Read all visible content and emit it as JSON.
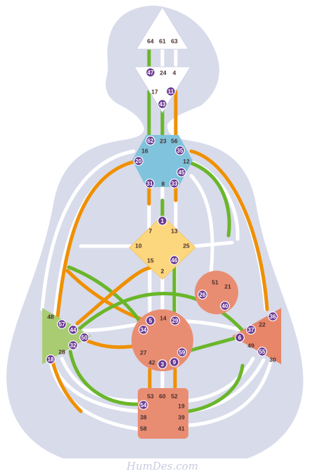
{
  "watermark": "HumDes.com",
  "colors": {
    "silhouette": "#d8dbea",
    "channel_white": "#ffffff",
    "channel_orange": "#ef9000",
    "channel_green": "#6ab62a",
    "head": "#ffffff",
    "ajna": "#ffffff",
    "throat": "#7fc3dc",
    "g_center": "#fcd77e",
    "ego": "#e98d72",
    "sacral": "#e98d72",
    "spleen": "#a9cc73",
    "solar_plexus": "#e8866a",
    "root": "#e98d72",
    "active_gate_marker": "#6a3a92"
  },
  "centers": {
    "head": {
      "name": "head",
      "gates": [
        "64",
        "61",
        "63"
      ],
      "defined": false
    },
    "ajna": {
      "name": "ajna",
      "gates": [
        "47",
        "24",
        "4",
        "17",
        "11",
        "43"
      ],
      "defined": false
    },
    "throat": {
      "name": "throat",
      "gates": [
        "62",
        "23",
        "56",
        "16",
        "35",
        "12",
        "20",
        "45",
        "31",
        "8",
        "33"
      ],
      "defined": true
    },
    "g": {
      "name": "g-center",
      "gates": [
        "1",
        "7",
        "13",
        "10",
        "25",
        "15",
        "46",
        "2"
      ],
      "defined": true
    },
    "ego": {
      "name": "ego",
      "gates": [
        "51",
        "21",
        "26",
        "40"
      ],
      "defined": true
    },
    "sacral": {
      "name": "sacral",
      "gates": [
        "5",
        "14",
        "29",
        "34",
        "27",
        "59",
        "42",
        "3",
        "9"
      ],
      "defined": true
    },
    "spleen": {
      "name": "spleen",
      "gates": [
        "48",
        "57",
        "44",
        "50",
        "32",
        "28",
        "18"
      ],
      "defined": true
    },
    "solar_plexus": {
      "name": "solar-plexus",
      "gates": [
        "36",
        "22",
        "37",
        "6",
        "49",
        "55",
        "30"
      ],
      "defined": true
    },
    "root": {
      "name": "root",
      "gates": [
        "53",
        "60",
        "52",
        "54",
        "19",
        "38",
        "39",
        "58",
        "41"
      ],
      "defined": true
    }
  },
  "active_gates": [
    "47",
    "11",
    "43",
    "62",
    "35",
    "20",
    "45",
    "31",
    "33",
    "1",
    "46",
    "26",
    "40",
    "5",
    "29",
    "34",
    "59",
    "3",
    "9",
    "57",
    "44",
    "50",
    "32",
    "18",
    "36",
    "37",
    "6",
    "55",
    "54"
  ],
  "channels": [
    {
      "gates": [
        "47",
        "64"
      ],
      "color": "green"
    },
    {
      "gates": [
        "11",
        "56"
      ],
      "color": "orange"
    },
    {
      "gates": [
        "43",
        "23"
      ],
      "color": "green"
    },
    {
      "gates": [
        "8",
        "1"
      ],
      "color": "green"
    },
    {
      "gates": [
        "2",
        "14"
      ],
      "color": "green"
    },
    {
      "gates": [
        "29",
        "46"
      ],
      "color": "green"
    },
    {
      "gates": [
        "20",
        "57"
      ],
      "color": "orange"
    },
    {
      "gates": [
        "35",
        "36"
      ],
      "color": "orange"
    },
    {
      "gates": [
        "45",
        "21"
      ],
      "color": "green"
    },
    {
      "gates": [
        "26",
        "44"
      ],
      "color": "green"
    },
    {
      "gates": [
        "5",
        "15"
      ],
      "color": "orange"
    },
    {
      "gates": [
        "34",
        "57"
      ],
      "color": "orange"
    },
    {
      "gates": [
        "59",
        "6"
      ],
      "color": "green"
    },
    {
      "gates": [
        "27",
        "50"
      ],
      "color": "orange"
    },
    {
      "gates": [
        "3",
        "60"
      ],
      "color": "orange"
    },
    {
      "gates": [
        "9",
        "52"
      ],
      "color": "orange"
    },
    {
      "gates": [
        "32",
        "54"
      ],
      "color": "green"
    },
    {
      "gates": [
        "18",
        "58"
      ],
      "color": "orange"
    },
    {
      "gates": [
        "55",
        "39"
      ],
      "color": "green"
    },
    {
      "gates": [
        "37",
        "40"
      ],
      "color": "green"
    },
    {
      "gates": [
        "10",
        "34"
      ],
      "color": "green"
    }
  ]
}
